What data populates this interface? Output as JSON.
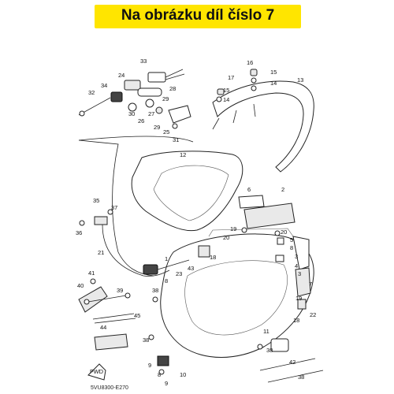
{
  "banner": {
    "text": "Na obrázku díl číslo 7",
    "background": "#ffe500"
  },
  "diagram": {
    "code": "5VU8300-E270",
    "fwd_label": "FWD",
    "callouts": [
      "1",
      "2",
      "3",
      "4",
      "5",
      "6",
      "7",
      "8",
      "9",
      "10",
      "11",
      "12",
      "13",
      "14",
      "15",
      "16",
      "17",
      "18",
      "19",
      "20",
      "21",
      "22",
      "23",
      "24",
      "25",
      "26",
      "27",
      "28",
      "29",
      "30",
      "31",
      "32",
      "33",
      "34",
      "35",
      "36",
      "37",
      "38",
      "39",
      "40",
      "41",
      "42",
      "43",
      "44",
      "45"
    ]
  }
}
